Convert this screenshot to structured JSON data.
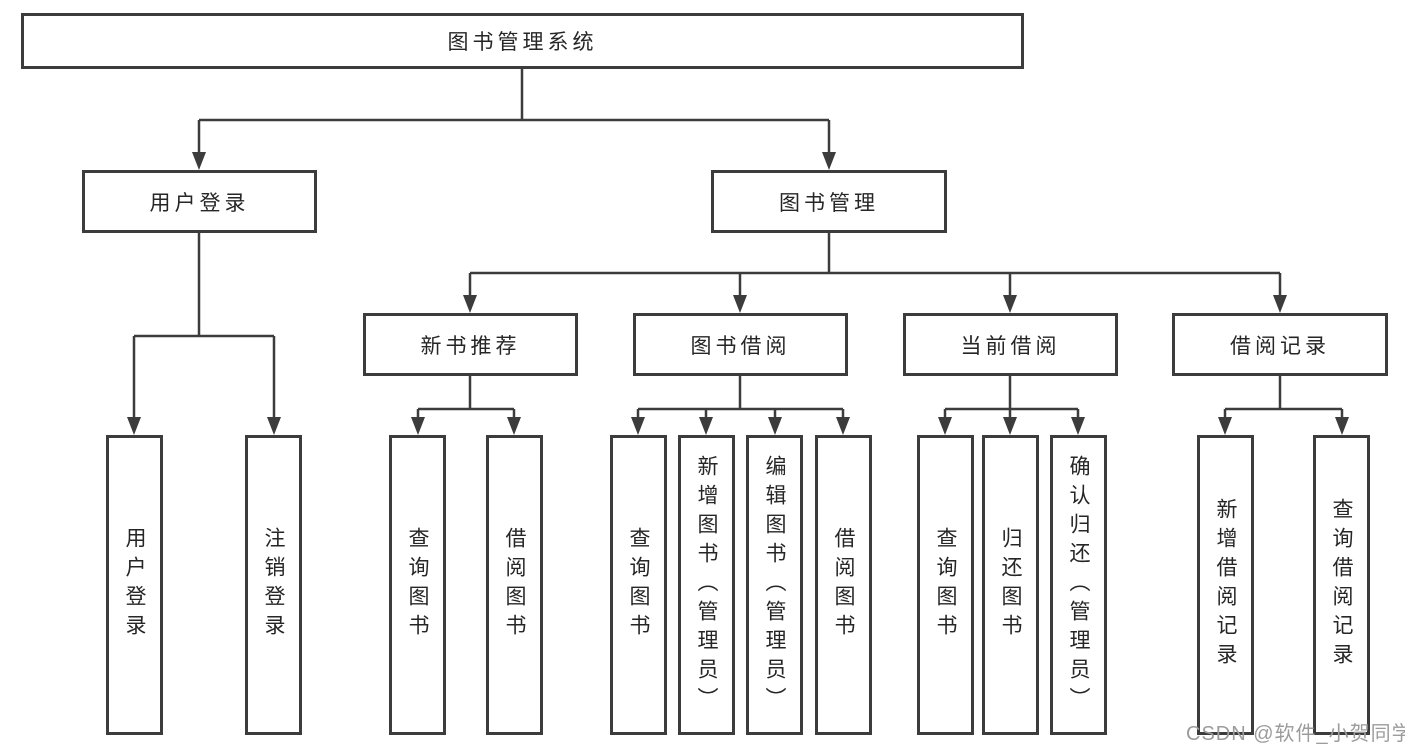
{
  "tree": {
    "label": "图书管理系统",
    "children": [
      {
        "label": "用户登录",
        "children": [
          {
            "label": "用户登录"
          },
          {
            "label": "注销登录"
          }
        ]
      },
      {
        "label": "图书管理",
        "children": [
          {
            "label": "新书推荐",
            "children": [
              {
                "label": "查询图书"
              },
              {
                "label": "借阅图书"
              }
            ]
          },
          {
            "label": "图书借阅",
            "children": [
              {
                "label": "查询图书"
              },
              {
                "label": "新增图书（管理员）"
              },
              {
                "label": "编辑图书（管理员）"
              },
              {
                "label": "借阅图书"
              }
            ]
          },
          {
            "label": "当前借阅",
            "children": [
              {
                "label": "查询图书"
              },
              {
                "label": "归还图书"
              },
              {
                "label": "确认归还（管理员）"
              }
            ]
          },
          {
            "label": "借阅记录",
            "children": [
              {
                "label": "新增借阅记录"
              },
              {
                "label": "查询借阅记录"
              }
            ]
          }
        ]
      }
    ]
  },
  "watermark": {
    "text": "CSDN @软件_小贺同学"
  },
  "colors": {
    "line": "#3c3c3c",
    "text": "#262626",
    "background": "#ffffff",
    "watermark": "#9c9c9c"
  }
}
